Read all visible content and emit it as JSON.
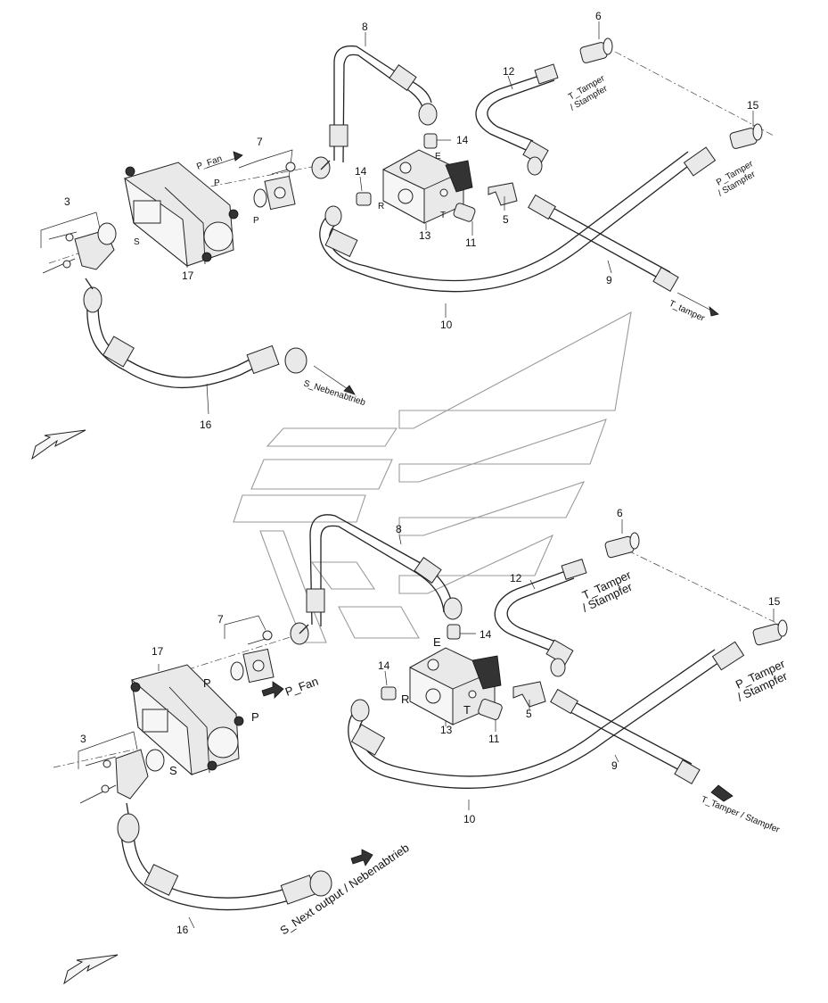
{
  "diagram": {
    "top": {
      "part_numbers": {
        "n3": "3",
        "n5": "5",
        "n6": "6",
        "n7": "7",
        "n8": "8",
        "n9": "9",
        "n10": "10",
        "n11": "11",
        "n12": "12",
        "n13": "13",
        "n14a": "14",
        "n14b": "14",
        "n15": "15",
        "n16": "16",
        "n17": "17"
      },
      "port_labels": {
        "P1": "P",
        "P2": "P",
        "S": "S",
        "R": "R",
        "T": "T",
        "E": "E"
      },
      "flow_labels": {
        "p_fan": "P_Fan",
        "t_tamper_1": "T_Tamper",
        "t_tamper_2": "/ Stampfer",
        "p_tamper_1": "P_Tamper",
        "p_tamper_2": "/ Stampfer",
        "t_tamper_out": "T_tamper",
        "s_out": "S_Nebenabtrieb"
      }
    },
    "bottom": {
      "part_numbers": {
        "n3": "3",
        "n5": "5",
        "n6": "6",
        "n7": "7",
        "n8": "8",
        "n9": "9",
        "n10": "10",
        "n11": "11",
        "n12": "12",
        "n13": "13",
        "n14a": "14",
        "n14b": "14",
        "n15": "15",
        "n16": "16",
        "n17": "17"
      },
      "port_labels": {
        "P1": "P",
        "P2": "P",
        "S": "S",
        "R": "R",
        "T": "T",
        "E": "E"
      },
      "flow_labels": {
        "p_fan": "P_Fan",
        "t_tamper_1": "T_Tamper",
        "t_tamper_2": "/ Stampfer",
        "p_tamper_1": "P_Tamper",
        "p_tamper_2": "/ Stampfer",
        "t_tamper_out": "T_Tamper / Stampfer",
        "s_out": "S_Next output / Nebenabtrieb"
      }
    }
  },
  "colors": {
    "line": "#222222",
    "part_fill": "#e9e9e9",
    "watermark": "#9a9a9a"
  }
}
